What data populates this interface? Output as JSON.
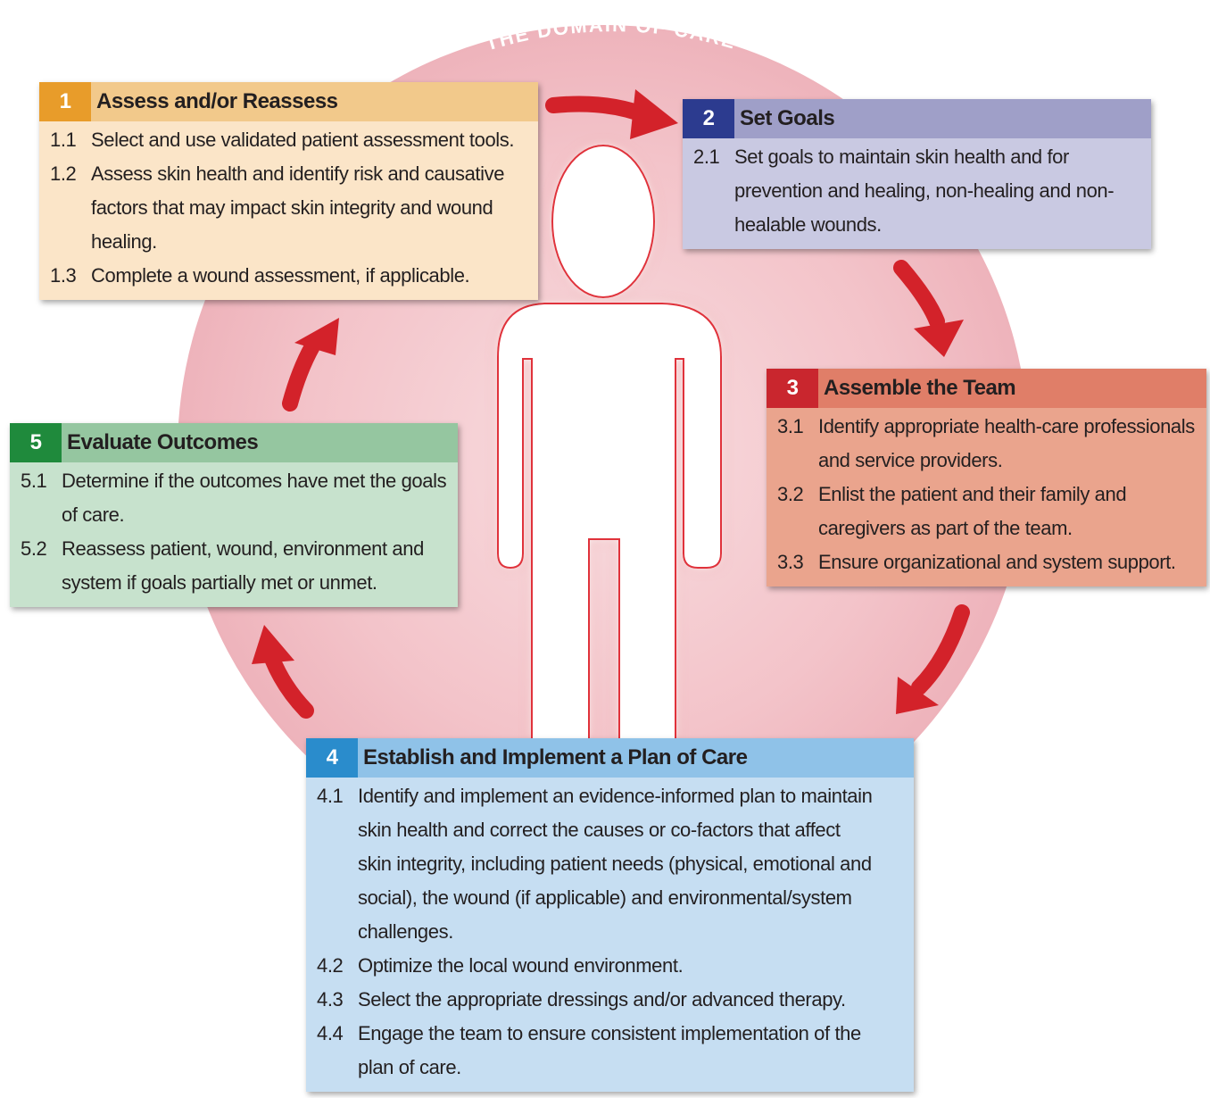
{
  "domain_label": "THE DOMAIN OF CARE",
  "colors": {
    "circle": "#f4c6cc",
    "arrow": "#d3222a",
    "figure_outline": "#e0303a"
  },
  "steps": [
    {
      "number": "1",
      "title": "Assess and/or Reassess",
      "colors": {
        "number_bg": "#e89c2a",
        "header_bg": "#f2c98b",
        "body_bg": "#fbe5c8"
      },
      "items": [
        {
          "num": "1.1",
          "text": "Select and use validated patient assessment tools."
        },
        {
          "num": "1.2",
          "text": "Assess skin health and identify risk and causative factors that may impact skin integrity and wound healing."
        },
        {
          "num": "1.3",
          "text": "Complete a wound assessment, if applicable."
        }
      ]
    },
    {
      "number": "2",
      "title": "Set Goals",
      "colors": {
        "number_bg": "#2c3b8f",
        "header_bg": "#9f9fc8",
        "body_bg": "#c9c9e2"
      },
      "items": [
        {
          "num": "2.1",
          "text": "Set goals to maintain skin health and for prevention and healing, non-healing and non-healable wounds."
        }
      ]
    },
    {
      "number": "3",
      "title": "Assemble the Team",
      "colors": {
        "number_bg": "#c9262e",
        "header_bg": "#e07e68",
        "body_bg": "#eaa48d"
      },
      "items": [
        {
          "num": "3.1",
          "text": "Identify appropriate health-care professionals and service providers."
        },
        {
          "num": "3.2",
          "text": "Enlist the patient and their family and caregivers as part of the team."
        },
        {
          "num": "3.3",
          "text": "Ensure organizational and system support."
        }
      ]
    },
    {
      "number": "4",
      "title": "Establish and Implement a Plan of Care",
      "colors": {
        "number_bg": "#2a8ccc",
        "header_bg": "#8fc2e8",
        "body_bg": "#c6def2"
      },
      "items": [
        {
          "num": "4.1",
          "text": "Identify and implement an evidence-informed plan to maintain skin health and correct the causes or co-factors that affect skin integrity, including patient needs (physical, emotional and social), the wound (if applicable) and environmental/system challenges."
        },
        {
          "num": "4.2",
          "text": "Optimize the local wound environment."
        },
        {
          "num": "4.3",
          "text": "Select the appropriate dressings and/or advanced therapy."
        },
        {
          "num": "4.4",
          "text": "Engage the team to ensure consistent implementation of the plan of care."
        }
      ]
    },
    {
      "number": "5",
      "title": "Evaluate Outcomes",
      "colors": {
        "number_bg": "#1f8a3c",
        "header_bg": "#95c6a0",
        "body_bg": "#c7e2cd"
      },
      "items": [
        {
          "num": "5.1",
          "text": "Determine if the outcomes have met the goals of care."
        },
        {
          "num": "5.2",
          "text": "Reassess patient, wound, environment and system if goals partially met or unmet."
        }
      ]
    }
  ]
}
